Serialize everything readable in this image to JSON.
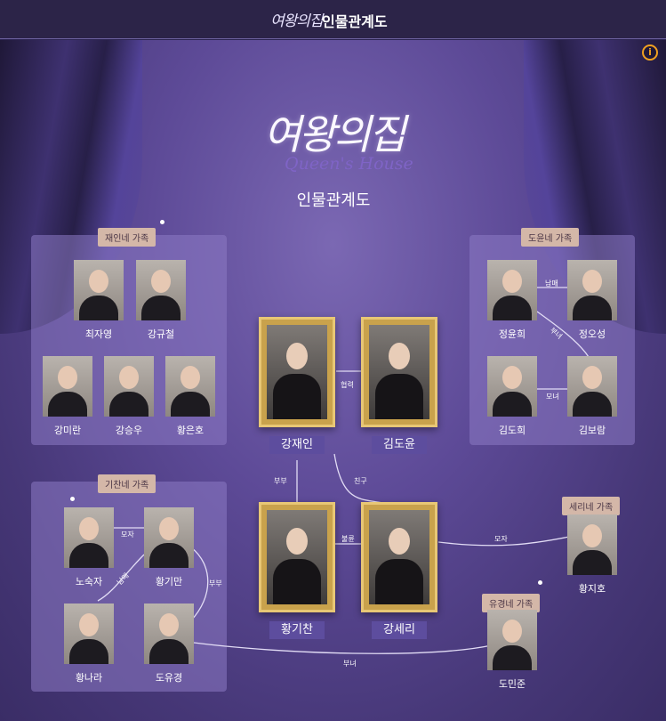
{
  "header": {
    "logo": "여왕의집",
    "title": "인물관계도"
  },
  "main_logo": {
    "text": "여왕의집",
    "sub": "Queen's House"
  },
  "main_subtitle": "인물관계도",
  "info_icon": "i",
  "families": {
    "jaein": {
      "label": "재인네 가족",
      "members": [
        "최자영",
        "강규철",
        "강미란",
        "강승우",
        "황은호"
      ]
    },
    "doyun": {
      "label": "도윤네 가족",
      "members": [
        "정윤희",
        "정오성",
        "김도희",
        "김보람"
      ]
    },
    "gichan": {
      "label": "기찬네 가족",
      "members": [
        "노숙자",
        "황기만",
        "황나라",
        "도유경"
      ]
    },
    "seri": {
      "label": "세리네 가족",
      "members": [
        "황지호"
      ]
    },
    "yugyeong": {
      "label": "유경네 가족",
      "members": [
        "도민준"
      ]
    }
  },
  "main_characters": [
    "강재인",
    "김도윤",
    "황기찬",
    "강세리"
  ],
  "relations": {
    "jaein_doyun": "협력",
    "jaein_gichan": "부부",
    "jaein_seri": "친구",
    "gichan_seri": "불륜",
    "seri_jiho": "모자",
    "nosukja_gimam": "모자",
    "gimam_nara": "남매",
    "gimam_yugyeong": "부부",
    "yugyeong_minjun": "부녀",
    "yunhee_ohseong": "남매",
    "ohseong_boram": "부녀",
    "dohee_boram": "모녀"
  }
}
